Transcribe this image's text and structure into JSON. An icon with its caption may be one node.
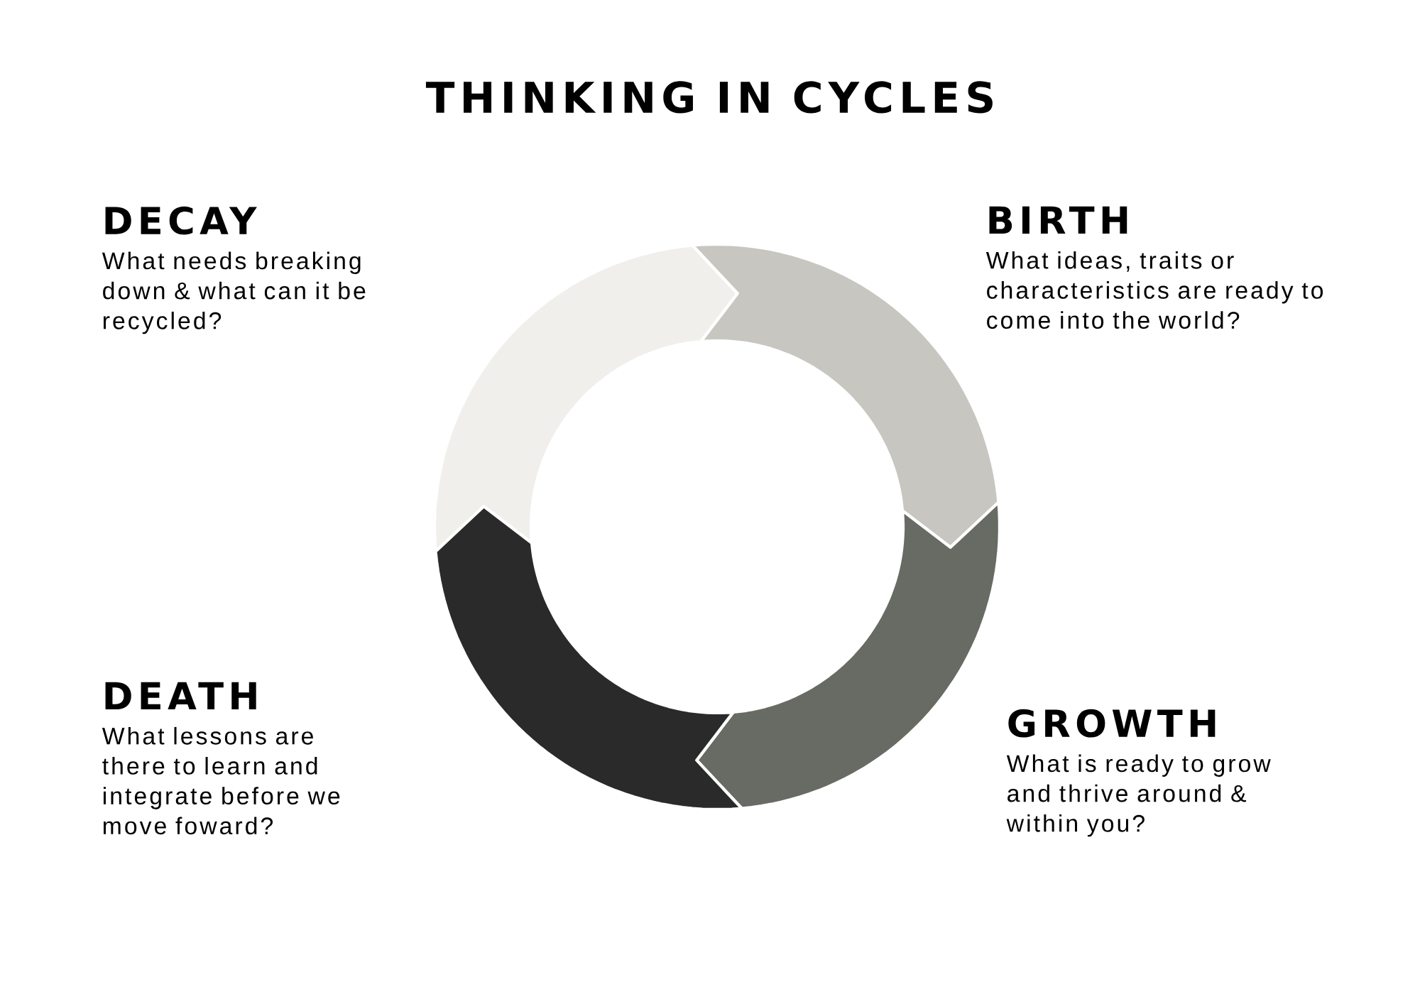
{
  "diagram": {
    "title": "THINKING IN CYCLES",
    "nodes": [
      {
        "text": [
          "DECAY",
          "What needs breaking down & what can it be recycled?"
        ]
      },
      {
        "text": [
          "BIRTH",
          "What ideas, traits or characteristics are ready to come into the world?"
        ]
      },
      {
        "text": [
          "DEATH",
          "What lessons are there to learn and integrate before we move foward?"
        ]
      },
      {
        "text": [
          "GROWTH",
          "What is ready to grow and thrive around & within you?"
        ]
      }
    ]
  }
}
